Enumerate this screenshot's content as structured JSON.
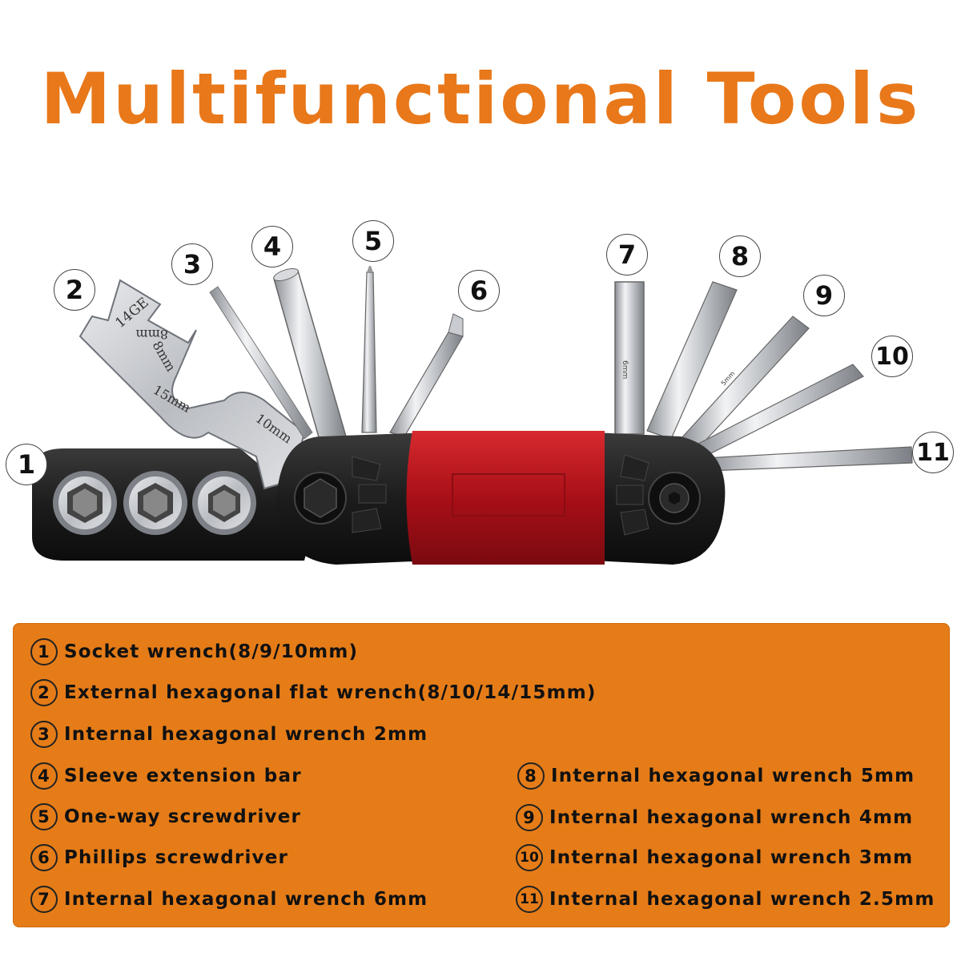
{
  "title": "Multifunctional Tools",
  "wrench_markings": {
    "m14ge": "14GE",
    "m8a": "8mm",
    "m8b": "8mm",
    "m15": "15mm",
    "m10": "10mm",
    "hex6": "6mm",
    "hex5": "5mm"
  },
  "callouts": [
    "1",
    "2",
    "3",
    "4",
    "5",
    "6",
    "7",
    "8",
    "9",
    "10",
    "11"
  ],
  "legend": [
    {
      "num": "1",
      "label": "Socket wrench(8/9/10mm)"
    },
    {
      "num": "2",
      "label": "External hexagonal flat wrench(8/10/14/15mm)"
    },
    {
      "num": "3",
      "label": "Internal hexagonal wrench 2mm"
    },
    {
      "num": "4",
      "label": "Sleeve extension bar"
    },
    {
      "num": "5",
      "label": "One-way screwdriver"
    },
    {
      "num": "6",
      "label": "Phillips screwdriver"
    },
    {
      "num": "7",
      "label": "Internal hexagonal wrench 6mm"
    },
    {
      "num": "8",
      "label": "Internal hexagonal wrench 5mm"
    },
    {
      "num": "9",
      "label": "Internal hexagonal wrench 4mm"
    },
    {
      "num": "10",
      "label": "Internal hexagonal wrench 3mm"
    },
    {
      "num": "11",
      "label": "Internal hexagonal wrench 2.5mm"
    }
  ],
  "colors": {
    "title": "#e8781a",
    "panel": "#e57c18",
    "tool_body_red": "#b3141b",
    "tool_body_black": "#1a1a1a",
    "steel": "#c9ccd0"
  }
}
